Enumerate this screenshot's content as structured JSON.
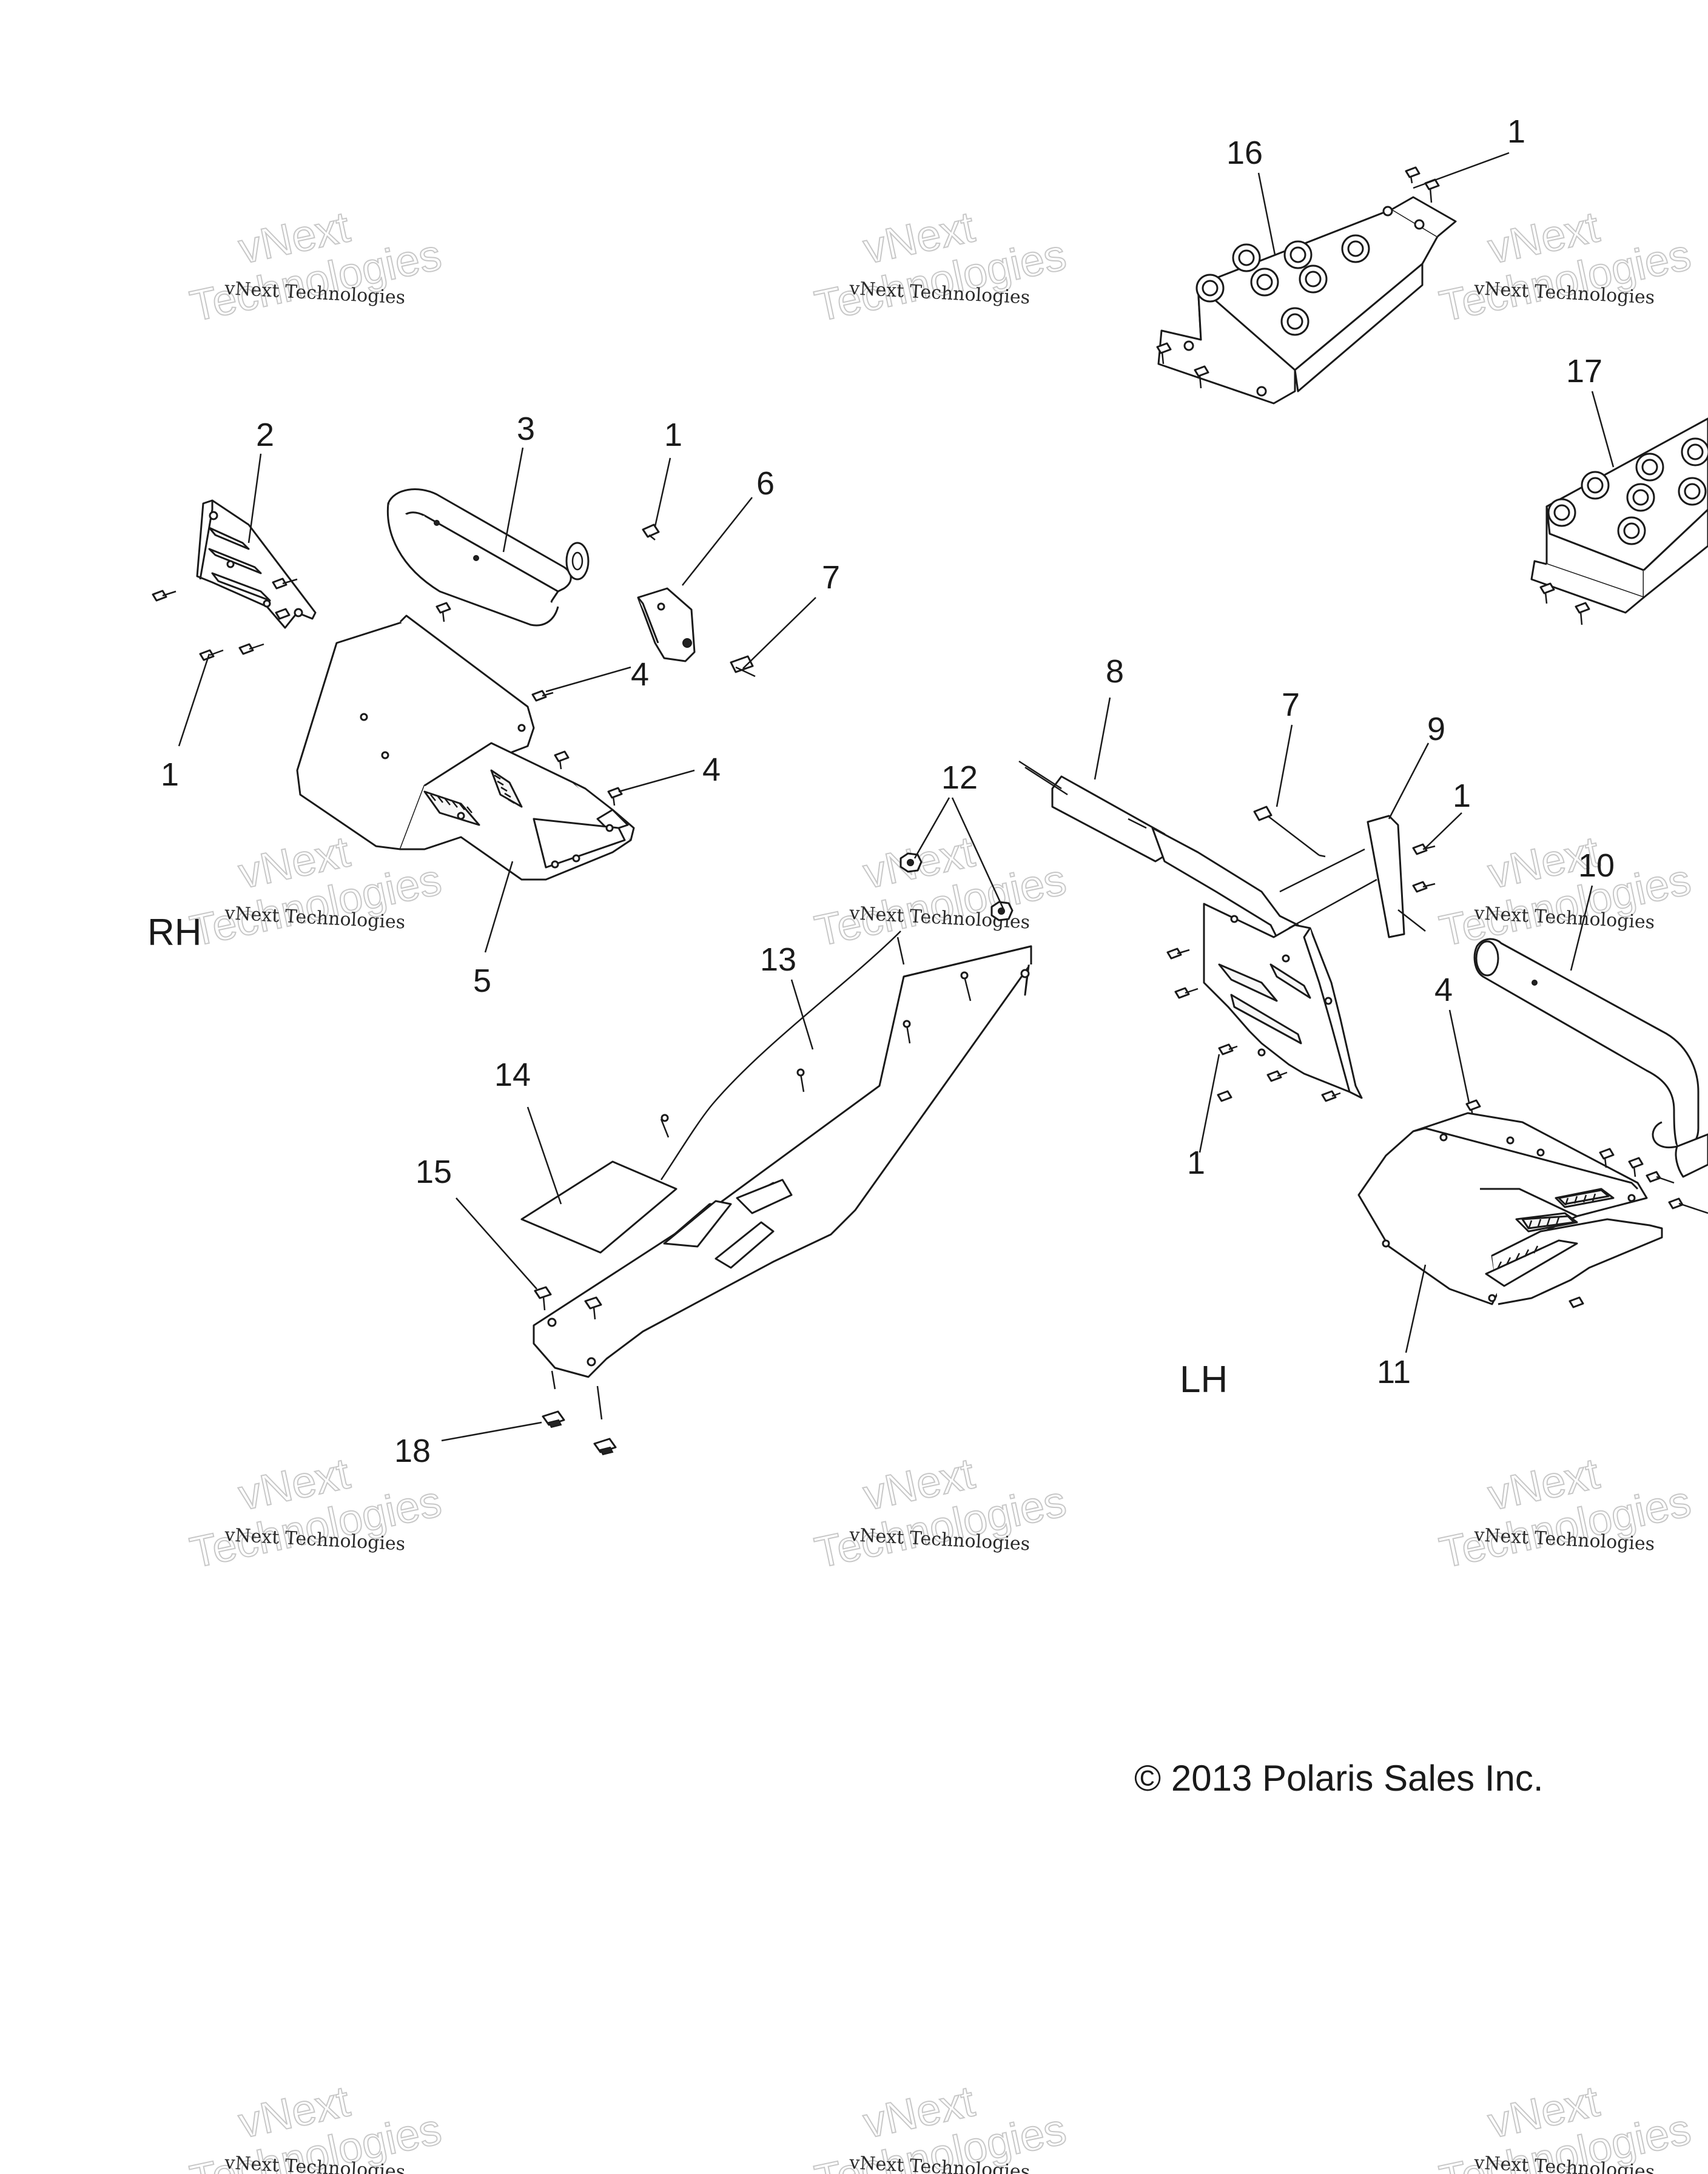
{
  "callouts": [
    "1",
    "2",
    "3",
    "4",
    "5",
    "6",
    "7",
    "8",
    "9",
    "10",
    "11",
    "12",
    "13",
    "14",
    "15",
    "16",
    "17",
    "18"
  ],
  "side_labels": {
    "right": "RH",
    "left": "LH"
  },
  "copyright": "© 2013 Polaris Sales Inc.",
  "watermark": {
    "line1": "vNext Technologies",
    "line2": "vNext",
    "line3": "Technologies"
  }
}
